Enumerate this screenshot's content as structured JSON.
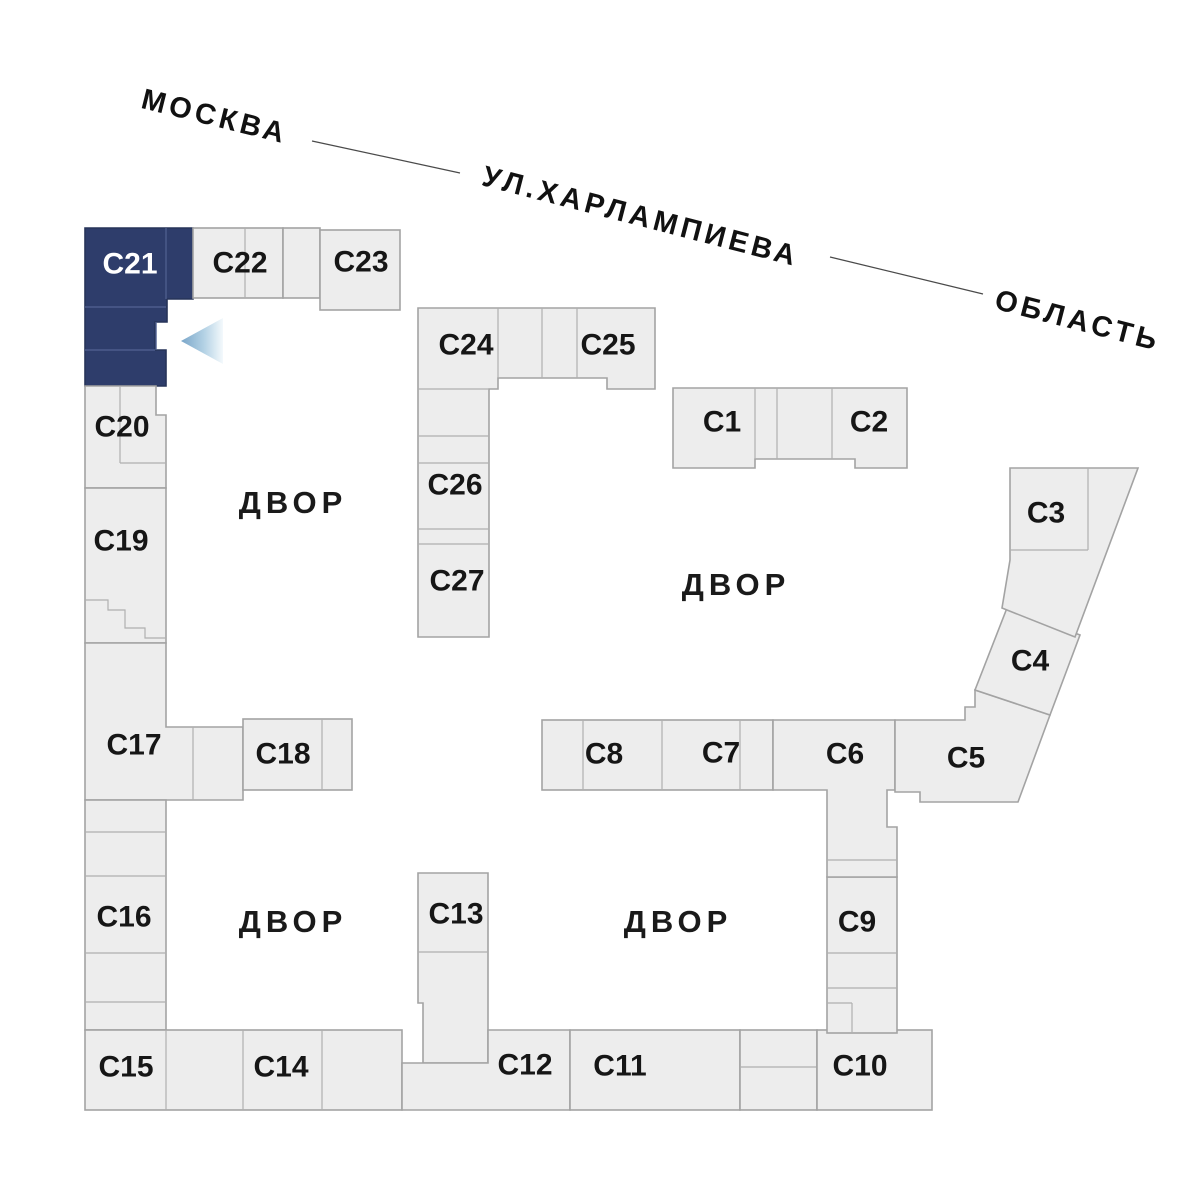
{
  "palette": {
    "background": "#ffffff",
    "building_fill": "#ededed",
    "building_stroke": "#a3a3a3",
    "highlight_fill": "#2e3d6b",
    "label_color": "#161616",
    "highlight_label_color": "#ffffff",
    "arrow_gradient_start": "#7aa6c9",
    "arrow_gradient_end": "#f2f8fb"
  },
  "streets": {
    "moscow": "МОСКВА",
    "street_name": "УЛ.ХАРЛАМПИЕВА",
    "oblast": "ОБЛАСТЬ"
  },
  "courtyards": [
    "ДВОР",
    "ДВОР",
    "ДВОР",
    "ДВОР"
  ],
  "icons": {
    "selection_arrow": "left-pointing-triangle"
  },
  "buildings": {
    "c1": "С1",
    "c2": "С2",
    "c3": "С3",
    "c4": "С4",
    "c5": "С5",
    "c6": "С6",
    "c7": "С7",
    "c8": "С8",
    "c9": "С9",
    "c10": "С10",
    "c11": "С11",
    "c12": "С12",
    "c13": "С13",
    "c14": "С14",
    "c15": "С15",
    "c16": "С16",
    "c17": "С17",
    "c18": "С18",
    "c19": "С19",
    "c20": "С20",
    "c21": "С21",
    "c22": "С22",
    "c23": "С23",
    "c24": "С24",
    "c25": "С25",
    "c26": "С26",
    "c27": "С27"
  }
}
